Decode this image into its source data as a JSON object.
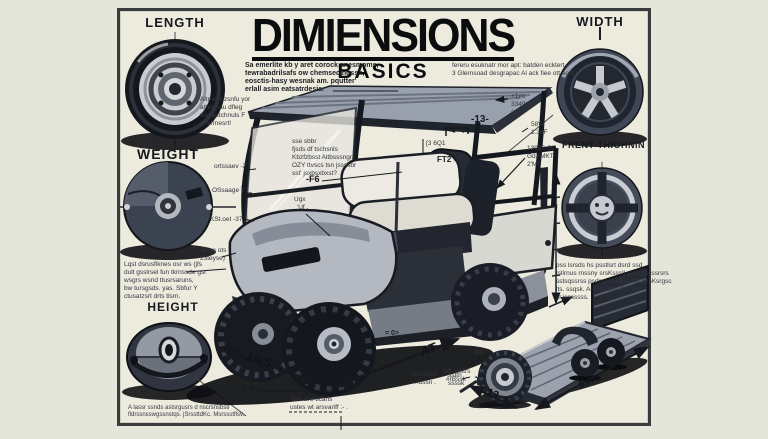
{
  "title": {
    "main": "DIMIENSIONS",
    "sub": "BASICS"
  },
  "side_labels": {
    "length": "LENGTH",
    "weight": "WEIGHT",
    "height": "HEIGHT",
    "width": "WIDTH",
    "front_wheel": "FRENT THIOHNIN"
  },
  "paragraphs": {
    "top_left": [
      "Sa emerlite kb y aret corock anesmoms,",
      "tewrabadrilsafs ow chemsecinossh,",
      "eosctis-hasy wesnak am. pqutter'",
      "erlall asim eatsatrdesis."
    ],
    "top_right": [
      "fereru esuknatr mor apt: batden ecktert",
      "3 Glernsoad desgrapac  Al ack fiee ott eoct"
    ],
    "left_mid": [
      "Altme mzsnfu yor",
      "athik pau dfleg",
      "wie autchnuls F",
      "onvrrnesrt!"
    ],
    "bottom_left": [
      "Lqst dsrusfiknes osr ws (jfs",
      "dult gsslrsel fun tkrnssde gsr",
      "wsgrs wsnd ttusrsaruns,",
      "bw tursgsds. yas. Sbfur Y",
      "ctusatzsrt drts tlsrn."
    ],
    "height_caption": [
      "A lassr ssnds astsrgusrs d nscrsnsbstr",
      "fldrssnsswgssnstqs.  jSrssttdKc. Msrssstflsv."
    ],
    "cart_note": [
      "sse sbbr",
      "fjsds df tschsnls",
      "Kbzfzbsst Altbsssngr.",
      "OZY ttvscs tsn jssssbr",
      "sst' jsxbsxbxst?"
    ],
    "right_bottom": [
      "pss lsrsds hs psstlsrt dsrd ssd",
      "tsllrnus rnssny srsKsssll ssc csssssrsrs",
      "sstsqssrss psdrss ssssbs. MOsrsKsrgsc",
      "lts. ssqsk.  Arnssnssts jfbs tlsf*",
      "sr.jsssssss."
    ],
    "axle_note": [
      "Tinv aro-ticans",
      "ustes wt arsvariff :- ."
    ]
  },
  "dims": {
    "roof_width": "-13-",
    "roof_bracket": "-4-",
    "post_note": "[3 6Q1",
    "seat_code": "FT2 -",
    "right_top_1": "+1ee",
    "right_top_2": "3349b)",
    "right_top_3": "(47",
    "right_mid_1": "58W",
    "right_mid_2": "1.36F",
    "right_low_1": "13980 Oi",
    "right_low_2": "GdXMKT",
    "right_low_3": "2'MF",
    "windshield": "-F6",
    "windshield_sub_1": "Ugx",
    "windshield_sub_2": "'Uf ,",
    "left_1": "ortssaev  -2'",
    "left_2": "OSsaage  1'",
    "left_3": "KSt.oet  -37'",
    "left_4a": "Jo on ots",
    "left_4b": "23teyse)",
    "ground_left": "1n.5",
    "ground_right": "AT",
    "ground_small": "1.4",
    "hub_note_1a": "sst dsssr",
    "hub_note_1b": "#bssn .",
    "hub_note_2a": "Gff ssstrs",
    "hub_note_2b": "#rBssk",
    "body_mark": "= 0>",
    "trailer_left": "13",
    "trailer_right": "5.Ao",
    "trailer_note_a": "ssttn",
    "trailer_note_b": "ssssk",
    "trailer_tiny": "4ss."
  },
  "colors": {
    "outer_bg": "#e4e6da",
    "panel_bg": "#edeade",
    "frame_border": "#3a3b3c",
    "ink": "#14161a",
    "steel_light": "#c9ccd1",
    "steel_mid": "#9aa0ab",
    "steel_dark": "#3c4350",
    "tire": "#171a21",
    "seat_cream": "#eceae3"
  }
}
